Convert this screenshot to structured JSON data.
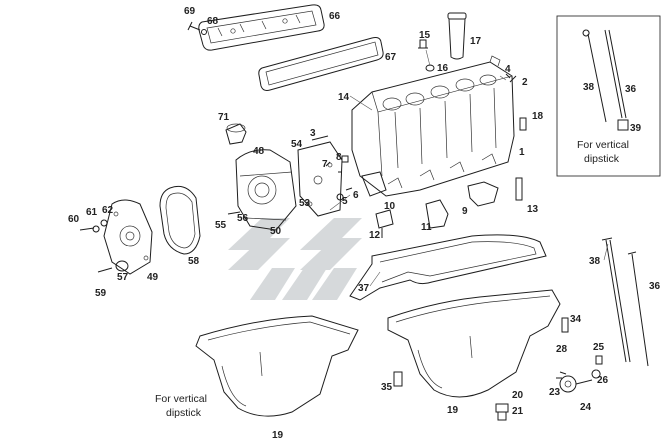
{
  "callouts": {
    "c69": "69",
    "c68": "68",
    "c66": "66",
    "c67": "67",
    "c15": "15",
    "c16": "16",
    "c17": "17",
    "c4": "4",
    "c2": "2",
    "c14": "14",
    "c18": "18",
    "c1": "1",
    "c13": "13",
    "c71": "71",
    "c3": "3",
    "c48": "48",
    "c54": "54",
    "c7": "7",
    "c8": "8",
    "c5": "5",
    "c6": "6",
    "c53": "53",
    "c10": "10",
    "c9": "9",
    "c11": "11",
    "c12": "12",
    "c62": "62",
    "c61": "61",
    "c60": "60",
    "c56": "56",
    "c55": "55",
    "c50": "50",
    "c58": "58",
    "c57": "57",
    "c49": "49",
    "c59": "59",
    "c37": "37",
    "c38a": "38",
    "c36a": "36",
    "c39": "39",
    "c38b": "38",
    "c36b": "36",
    "c34": "34",
    "c28": "28",
    "c25": "25",
    "c26": "26",
    "c23": "23",
    "c24": "24",
    "c35": "35",
    "c20": "20",
    "c21": "21",
    "c19a": "19",
    "c19b": "19"
  },
  "captions": {
    "inset_l1": "For vertical",
    "inset_l2": "dipstick",
    "pan_l1": "For vertical",
    "pan_l2": "dipstick"
  }
}
